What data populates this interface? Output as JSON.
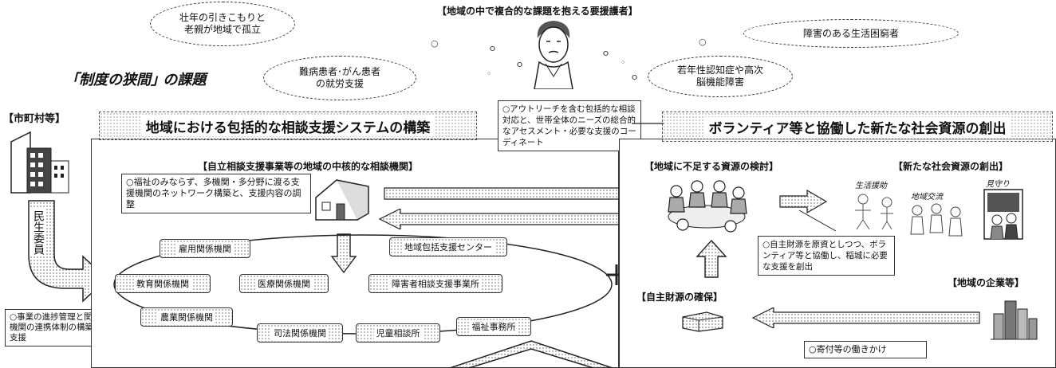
{
  "top": {
    "crisis_header": "【地域の中で複合的な課題を抱える要援護者】",
    "clouds": [
      "壮年の引きこもりと老親が地域で孤立",
      "障害のある生活困窮者",
      "難病患者･がん患者の就労支援",
      "若年性認知症や高次脳機能障害"
    ],
    "gap_title": "｢制度の狭間｣ の課題"
  },
  "left": {
    "municipality_label": "【市町村等】",
    "minsei_label": "民生委員",
    "municipality_note": "○事業の進捗管理と関係機関の連携体制の構築を支援"
  },
  "system": {
    "title": "地域における包括的な相談支援システムの構築",
    "core_header": "【自立相談支援事業等の地域の中核的な相談機関】",
    "outreach_note": "○アウトリーチを含む包括的な相談対応と、世帯全体のニーズの総合的なアセスメント・必要な支援のコーディネート",
    "network_note": "○福祉のみならず、多機関・多分野に渡る支援機関のネットワーク構築と、支援内容の調整",
    "nodes": {
      "employment": "雇用関係機関",
      "community_center": "地域包括支援センター",
      "education": "教育関係機関",
      "medical": "医療関係機関",
      "disability": "障害者相談支援事業所",
      "agriculture": "農業関係機関",
      "justice": "司法関係機関",
      "child": "児童相談所",
      "welfare_office": "福祉事務所"
    }
  },
  "resources": {
    "title": "ボランティア等と協働した新たな社会資源の創出",
    "shortage_header": "【地域に不足する資源の検討】",
    "new_header": "【新たな社会資源の創出】",
    "captions": [
      "生活援助",
      "地域交流",
      "見守り"
    ],
    "own_funds_header": "【自主財源の確保】",
    "own_funds_note": "○自主財源を原資としつつ、ボランティア等と協働し、稲城に必要な支援を創出",
    "companies_header": "【地域の企業等】",
    "donation_note": "○寄付等の働きかけ"
  }
}
